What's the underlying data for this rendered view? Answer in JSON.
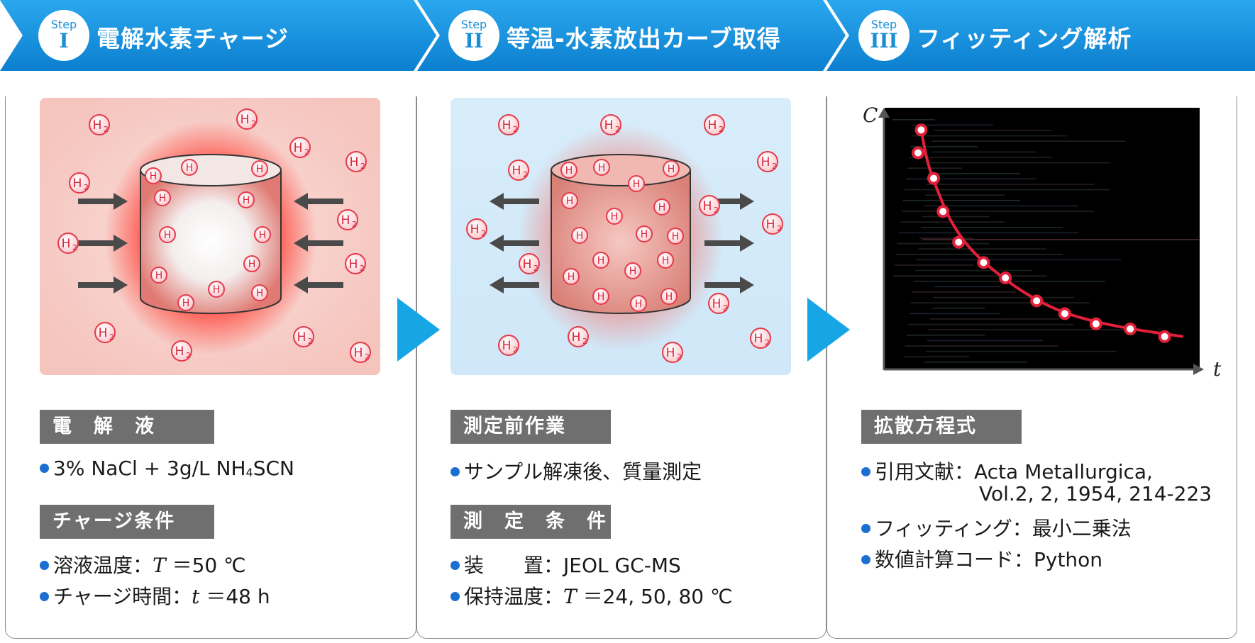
{
  "header": {
    "step_word": "Step",
    "steps": [
      {
        "num": "I",
        "title": "電解水素チャージ"
      },
      {
        "num": "II",
        "title": "等温-水素放出カーブ取得"
      },
      {
        "num": "III",
        "title": "フィッティング解析"
      }
    ]
  },
  "colors": {
    "header_blue": "#1591dc",
    "label_gray": "#6f6f6f",
    "bullet_blue": "#1b6fd0",
    "curve_red": "#e2203a"
  },
  "labels": {
    "h2": "H",
    "h2_sub": "2",
    "h": "H"
  },
  "panel1": {
    "label1": "電　解　液",
    "bullet1_pre": "3% NaCl + 3g/L NH",
    "bullet1_sub": "4",
    "bullet1_post": "SCN",
    "label2": "チャージ条件",
    "bullet2_pre": "溶液温度：",
    "bullet2_var": "T",
    "bullet2_post": " ＝50 ℃",
    "bullet3_pre": "チャージ時間：",
    "bullet3_var": "t",
    "bullet3_post": " ＝48 h"
  },
  "panel2": {
    "label1": "測定前作業",
    "bullet1": "サンプル解凍後、質量測定",
    "label2": "測　定　条　件",
    "bullet2": "装　　置：JEOL GC-MS",
    "bullet3_pre": "保持温度：",
    "bullet3_var": "T",
    "bullet3_post": " ＝24, 50, 80 ℃"
  },
  "panel3": {
    "label1": "拡散方程式",
    "bullet1_line1": "引用文献：Acta Metallurgica,",
    "bullet1_line2": "Vol.2, 2, 1954, 214-223",
    "bullet2": "フィッティング：最小二乗法",
    "bullet3": "数値計算コード：Python"
  },
  "chart_data": {
    "type": "scatter",
    "xlabel": "t",
    "ylabel": "C",
    "x": [
      0.11,
      0.1,
      0.15,
      0.18,
      0.23,
      0.31,
      0.38,
      0.48,
      0.57,
      0.67,
      0.78,
      0.89
    ],
    "y": [
      0.93,
      0.84,
      0.74,
      0.61,
      0.49,
      0.41,
      0.35,
      0.26,
      0.21,
      0.17,
      0.15,
      0.12
    ],
    "curve": [
      [
        0.11,
        0.93
      ],
      [
        0.13,
        0.8
      ],
      [
        0.16,
        0.7
      ],
      [
        0.2,
        0.58
      ],
      [
        0.26,
        0.47
      ],
      [
        0.34,
        0.38
      ],
      [
        0.44,
        0.29
      ],
      [
        0.55,
        0.22
      ],
      [
        0.66,
        0.18
      ],
      [
        0.78,
        0.15
      ],
      [
        0.95,
        0.12
      ]
    ],
    "xlim": [
      0,
      1
    ],
    "ylim": [
      0,
      1
    ],
    "grid": false
  }
}
